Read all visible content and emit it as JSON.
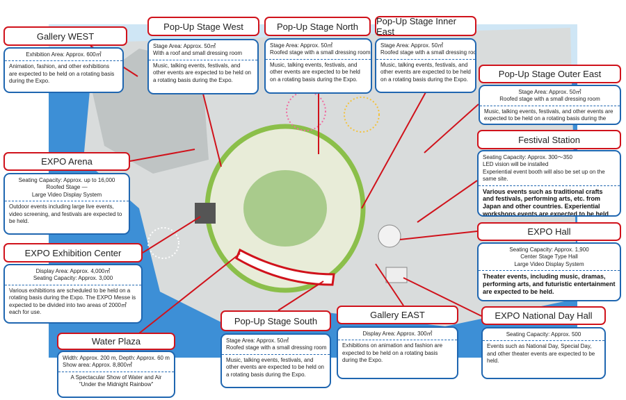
{
  "colors": {
    "title_border": "#d0121b",
    "box_border": "#1f66b0",
    "water": "#3d8fd6",
    "land": "#d9dcdc",
    "ring": "#8bbf4a"
  },
  "callouts": [
    {
      "id": "gallery-west",
      "title": "Gallery WEST",
      "specs": [
        "Exhibition Area: Approx. 600㎡"
      ],
      "description": "Animation, fashion, and other exhibitions are expected to be held on a rotating basis during the Expo."
    },
    {
      "id": "pop-up-stage-west",
      "title": "Pop-Up Stage West",
      "specs": [
        "Stage Area: Approx. 50㎡",
        "With a roof and small dressing room"
      ],
      "description": "Music, talking events, festivals, and other events are expected to be held on a rotating basis during the Expo."
    },
    {
      "id": "pop-up-stage-north",
      "title": "Pop-Up Stage North",
      "specs": [
        "Stage Area: Approx. 50㎡",
        "Roofed stage with a small dressing room"
      ],
      "description": "Music, talking events, festivals, and other events are expected to be held on a rotating basis during the Expo."
    },
    {
      "id": "pop-up-stage-inner-east",
      "title": "Pop-Up Stage Inner East",
      "specs": [
        "Stage Area: Approx. 50㎡",
        "Roofed stage with a small dressing room"
      ],
      "description": "Music, talking events, festivals, and other events are expected to be held on a rotating basis during the Expo."
    },
    {
      "id": "pop-up-stage-outer-east",
      "title": "Pop-Up Stage Outer East",
      "specs": [
        "Stage Area: Approx. 50㎡",
        "Roofed stage with a small dressing room"
      ],
      "description": "Music, talking events, festivals, and other events are expected to be held on a rotating basis during the Expo."
    },
    {
      "id": "festival-station",
      "title": "Festival Station",
      "specs": [
        "Seating Capacity: Approx. 300～350",
        "LED vision will be installed",
        "Experiential event booth will also be set up on the same site."
      ],
      "description": "Various events such as traditional crafts and festivals, performing arts, etc. from Japan and other countries. Experiential workshops events are expected to be held"
    },
    {
      "id": "expo-arena",
      "title": "EXPO Arena",
      "specs": [
        "Seating Capacity: Approx. up to 16,000",
        "Roofed Stage —",
        "Large Video Display System"
      ],
      "description": "Outdoor events including large live events, video screening, and festivals are expected to be held."
    },
    {
      "id": "expo-exhibition-center",
      "title": "EXPO Exhibition Center",
      "specs": [
        "Display Area: Approx. 4,000㎡",
        "Seating Capacity: Approx. 3,000"
      ],
      "description": "Various exhibitions are scheduled to be held on a rotating basis during the Expo. The EXPO Messe is expected to be divided into two areas of 2000㎡ each for use."
    },
    {
      "id": "expo-hall",
      "title": "EXPO Hall",
      "specs": [
        "Seating Capacity: Approx. 1,900",
        "Center Stage Type Hall",
        "Large Video Display System"
      ],
      "description": "Theater events, including music, dramas, performing arts, and futuristic entertainment are expected to be held."
    },
    {
      "id": "expo-national-day-hall",
      "title": "EXPO National Day Hall",
      "specs": [
        "Seating Capacity: Approx. 500"
      ],
      "description": "Events such as National Day, Special Day, and other theater events are expected to be held."
    },
    {
      "id": "pop-up-stage-south",
      "title": "Pop-Up Stage South",
      "specs": [
        "Stage Area: Approx. 50㎡",
        "Roofed stage with a small dressing room"
      ],
      "description": "Music, talking events, festivals, and other events are expected to be held on a rotating basis during the Expo."
    },
    {
      "id": "gallery-east",
      "title": "Gallery EAST",
      "specs": [
        "Display Area: Approx. 300㎡"
      ],
      "description": "Exhibitions on animation and fashion are expected to be held on a rotating basis during the Expo."
    },
    {
      "id": "water-plaza",
      "title": "Water Plaza",
      "specs": [
        "Width: Approx. 200 m, Depth: Approx. 60 m",
        "Show area: Approx. 8,800㎡"
      ],
      "description": "A Spectacular Show of Water and Air \"Under the Midnight Rainbow\""
    }
  ]
}
